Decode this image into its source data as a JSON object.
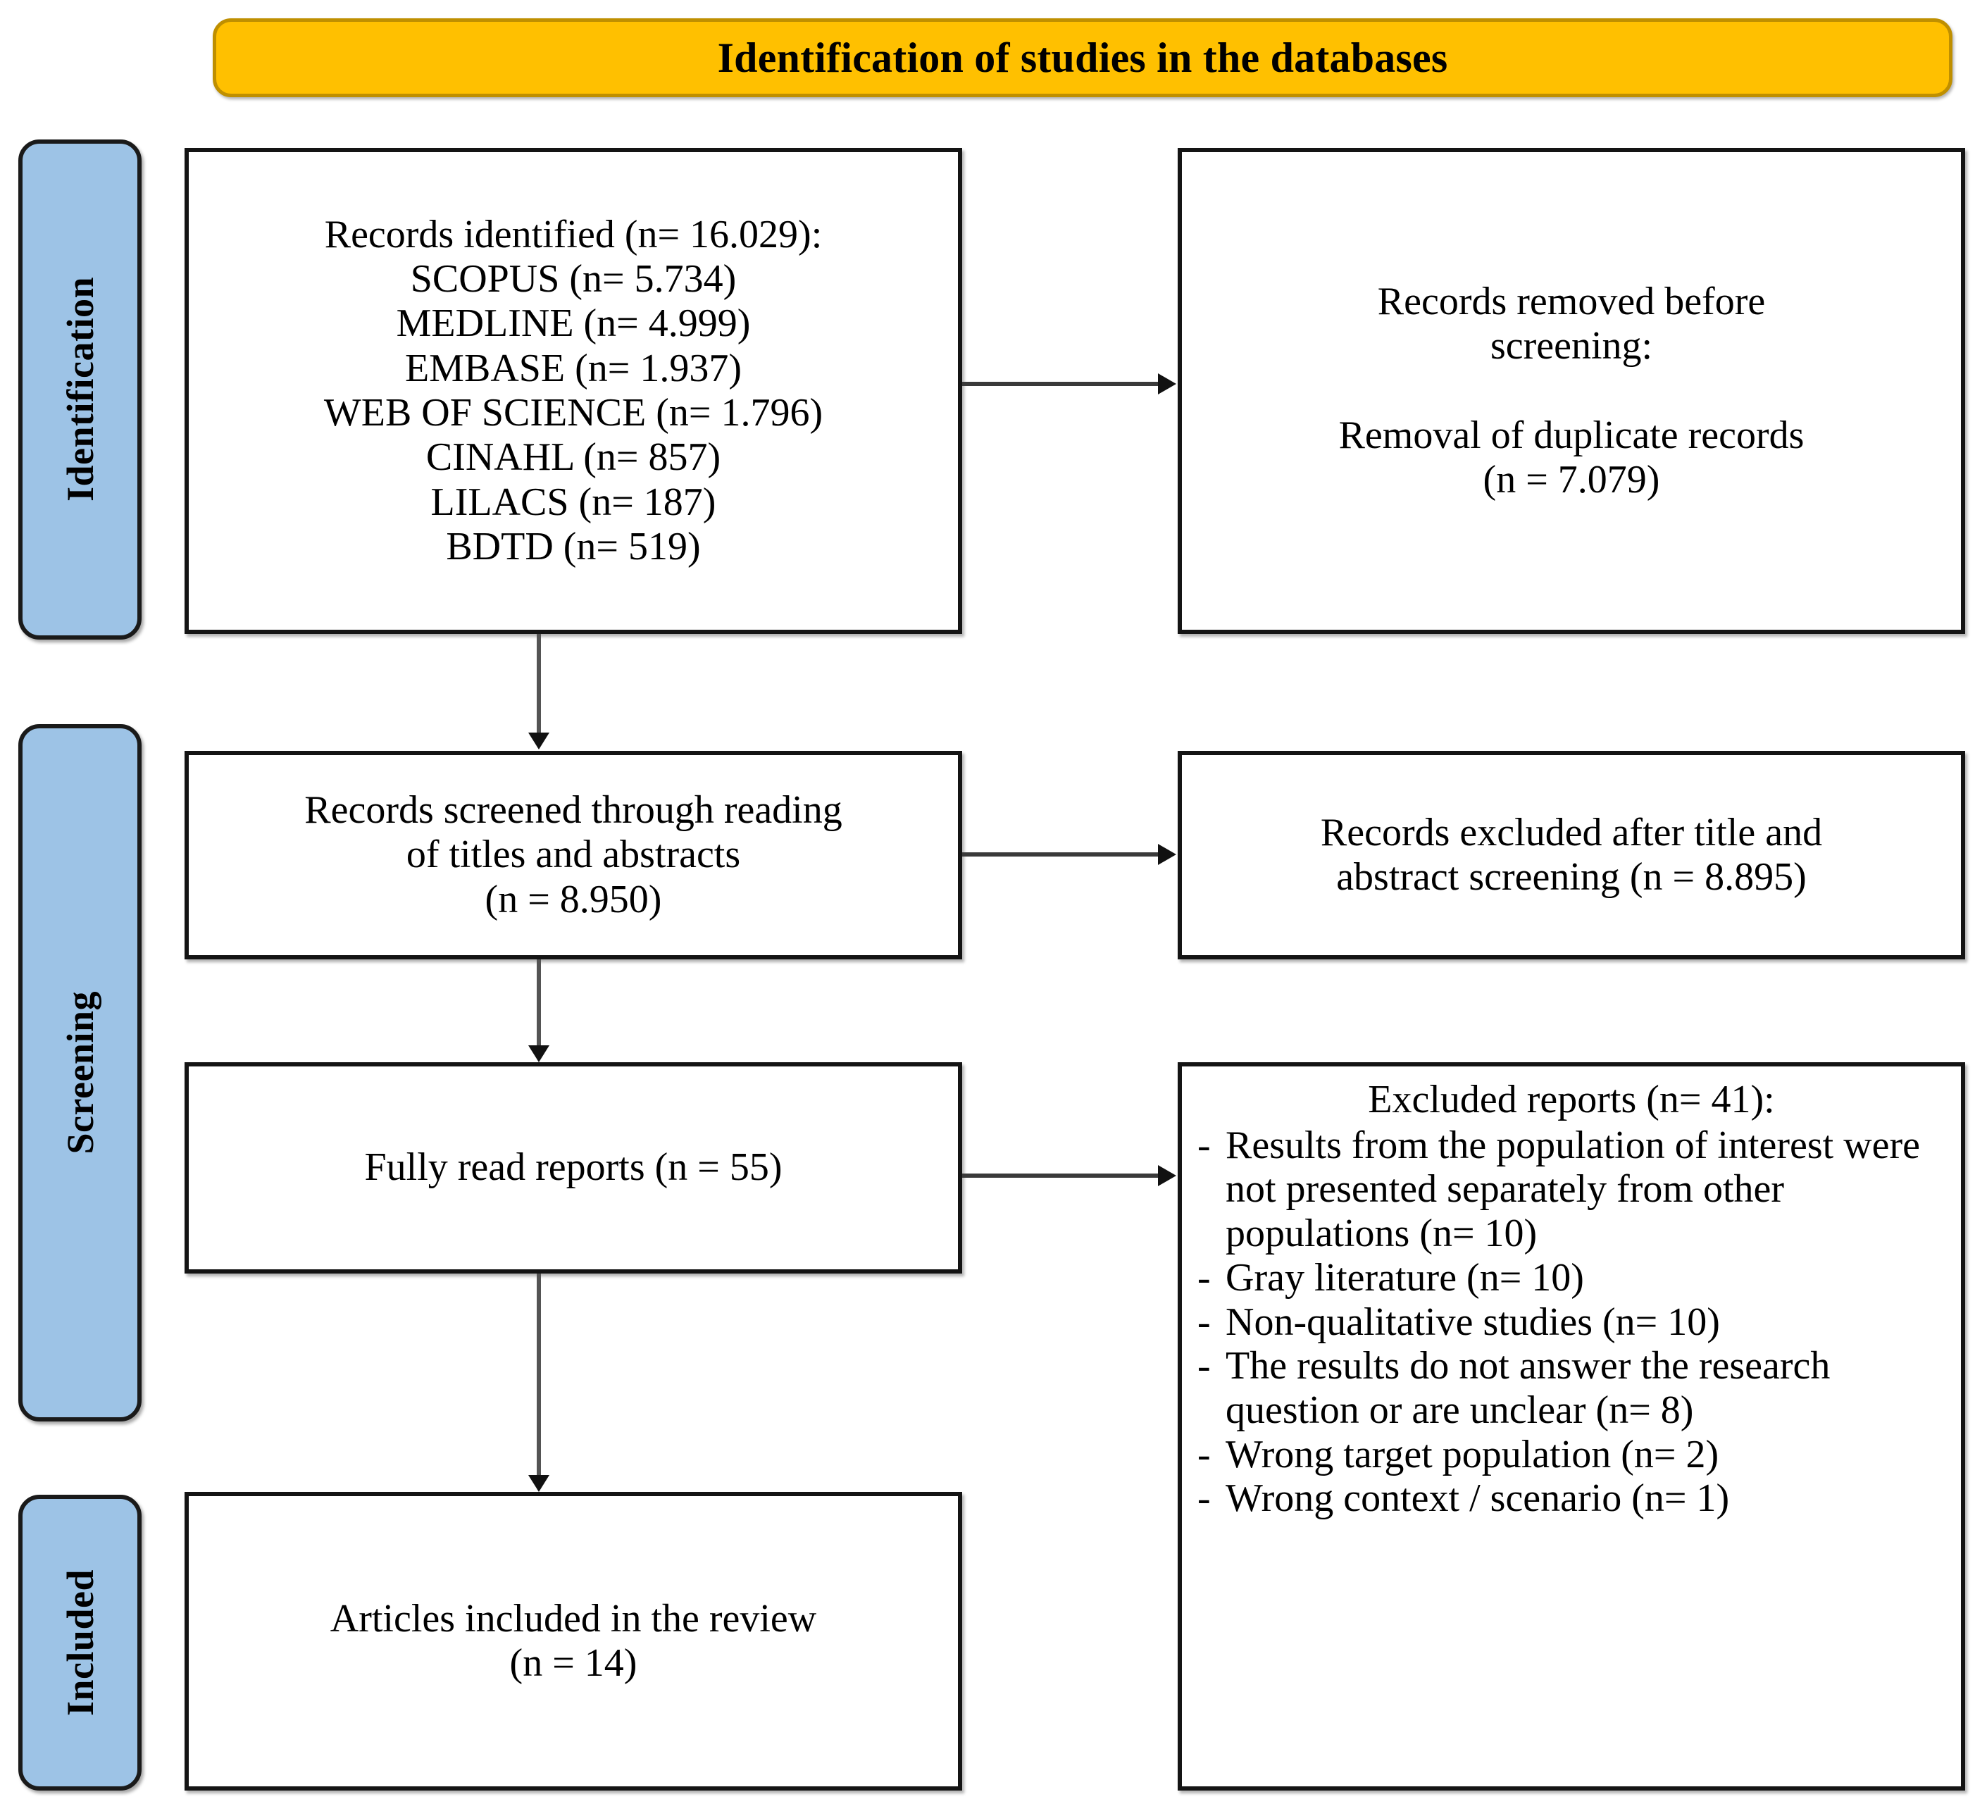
{
  "banner": {
    "title": "Identification of studies in the databases"
  },
  "stages": [
    {
      "id": "identification",
      "label": "Identification"
    },
    {
      "id": "screening",
      "label": "Screening"
    },
    {
      "id": "included",
      "label": "Included"
    }
  ],
  "boxes": {
    "identified": {
      "text": "Records identified (n= 16.029):\nSCOPUS (n= 5.734)\nMEDLINE (n= 4.999)\nEMBASE (n= 1.937)\nWEB OF SCIENCE (n= 1.796)\nCINAHL (n= 857)\nLILACS (n= 187)\nBDTD (n= 519)",
      "total": "16.029",
      "sources": [
        {
          "name": "SCOPUS",
          "n": "5.734"
        },
        {
          "name": "MEDLINE",
          "n": "4.999"
        },
        {
          "name": "EMBASE",
          "n": "1.937"
        },
        {
          "name": "WEB OF SCIENCE",
          "n": "1.796"
        },
        {
          "name": "CINAHL",
          "n": "857"
        },
        {
          "name": "LILACS",
          "n": "187"
        },
        {
          "name": "BDTD",
          "n": "519"
        }
      ]
    },
    "removed": {
      "text": "Records removed before\nscreening:\n\nRemoval of duplicate records\n(n = 7.079)",
      "n": "7.079"
    },
    "screened": {
      "text": "Records screened through reading\nof titles and abstracts\n(n = 8.950)",
      "n": "8.950"
    },
    "excluded_title_abstract": {
      "text": "Records excluded after title and\nabstract screening  (n = 8.895)",
      "n": "8.895"
    },
    "fully_read": {
      "text": "Fully read reports (n = 55)",
      "n": "55"
    },
    "excluded_reports": {
      "heading": "Excluded reports (n= 41):",
      "n": "41",
      "dash": "-",
      "items": [
        {
          "text": "Results from the population of interest were not presented separately from other populations (n= 10)",
          "n": "10"
        },
        {
          "text": "Gray literature (n= 10)",
          "n": "10"
        },
        {
          "text": "Non-qualitative studies (n= 10)",
          "n": "10"
        },
        {
          "text": "The results do not answer the research question or are unclear (n= 8)",
          "n": "8"
        },
        {
          "text": "Wrong target population (n= 2)",
          "n": "2"
        },
        {
          "text": "Wrong context / scenario (n= 1)",
          "n": "1"
        }
      ]
    },
    "included": {
      "text": "Articles included in the review\n(n = 14)",
      "n": "14"
    }
  },
  "colors": {
    "banner_fill": "#FFC000",
    "banner_border": "#BF8F00",
    "stage_fill": "#9DC3E6",
    "box_border": "#141414",
    "connector": "#3a3a3a"
  }
}
